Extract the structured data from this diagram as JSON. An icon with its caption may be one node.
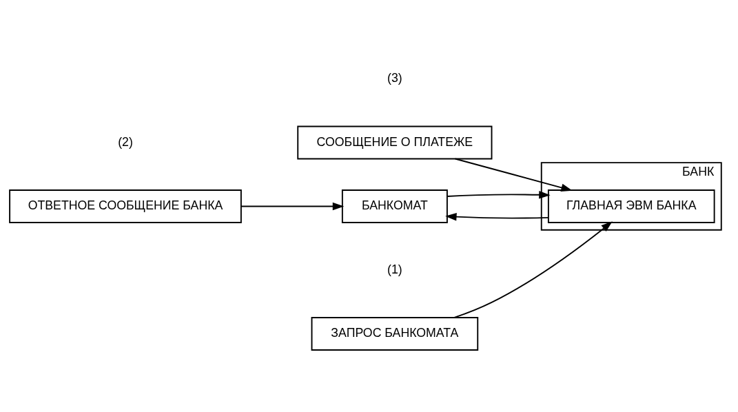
{
  "diagram": {
    "nodes": [
      {
        "text": [
          "ЗАПРОС БАНКОМАТА"
        ],
        "beside": [
          "(1)"
        ]
      },
      {
        "text": [
          "СООБЩЕНИЕ О ПЛАТЕЖЕ"
        ],
        "beside": [
          "(3)"
        ]
      },
      {
        "text": [
          "БАНКОМАТ"
        ]
      },
      {
        "text": [
          "БАНК"
        ]
      },
      {
        "text": [
          "ГЛАВНАЯ ЭВМ БАНКА"
        ],
        "in": 3
      },
      {
        "text": [
          "ОТВЕТНОЕ СООБЩЕНИЕ БАНКА"
        ],
        "beside": [
          "(2)"
        ]
      }
    ],
    "edges": [
      {
        "from": 2,
        "to": 4,
        "arrow": "to"
      },
      {
        "from": 4,
        "to": 2,
        "arrow": "to"
      },
      {
        "from": 0,
        "to": 4,
        "arrow": "to"
      },
      {
        "from": 1,
        "to": 4,
        "arrow": "to"
      },
      {
        "from": 5,
        "to": 2,
        "arrow": "to"
      }
    ]
  }
}
